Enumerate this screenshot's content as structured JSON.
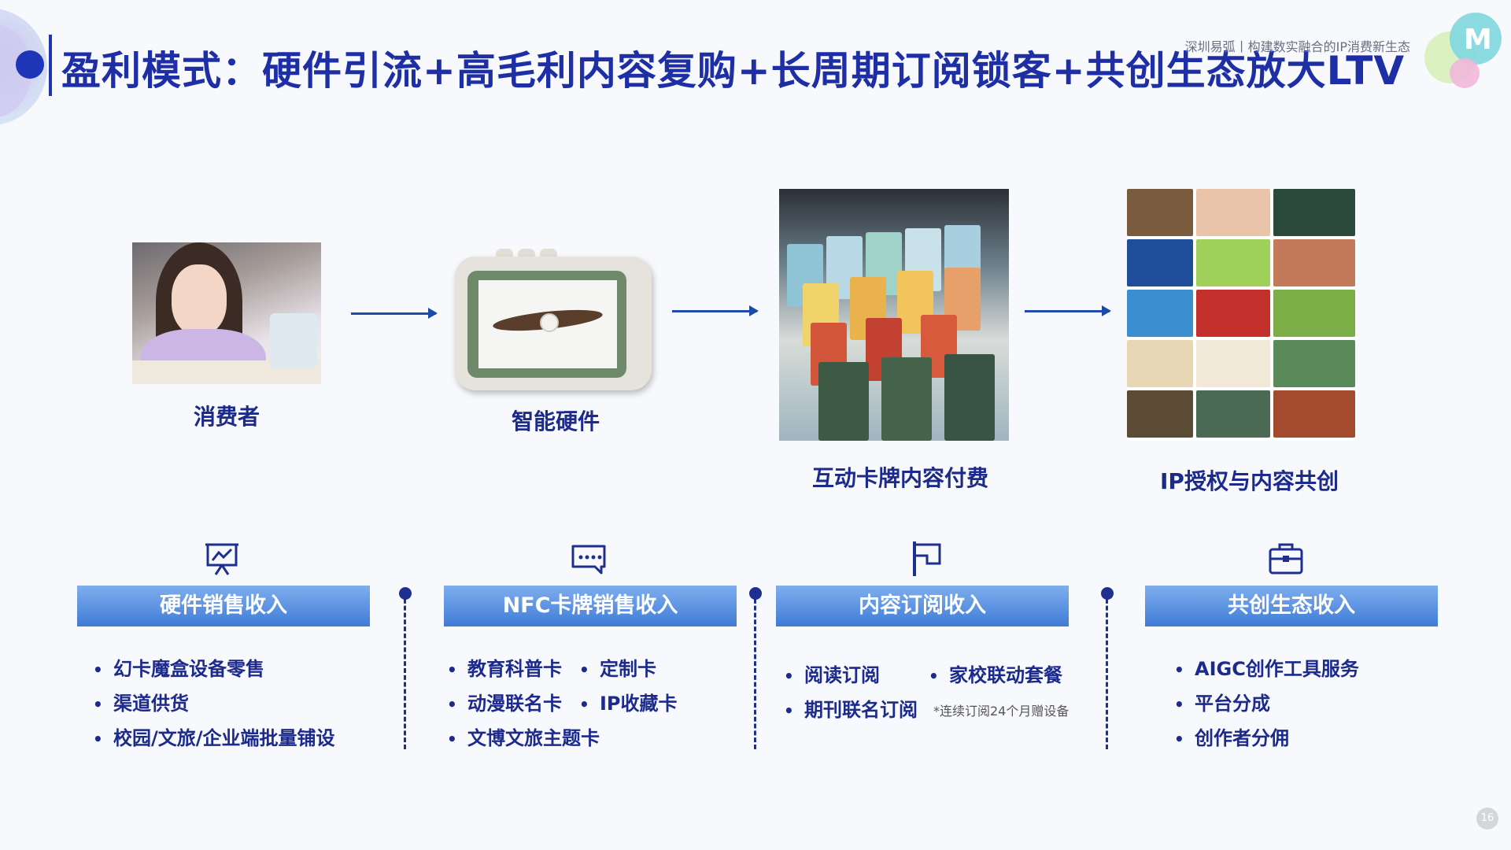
{
  "header": {
    "title": "盈利模式：硬件引流+高毛利内容复购+长周期订阅锁客+共创生态放大LTV",
    "brand_tagline": "深圳易弧丨构建数实融合的IP消费新生态",
    "logo_letter": "M"
  },
  "flow": [
    {
      "label": "消费者"
    },
    {
      "label": "智能硬件"
    },
    {
      "label": "互动卡牌内容付费"
    },
    {
      "label": "IP授权与内容共创"
    }
  ],
  "categories": [
    {
      "title": "硬件销售收入",
      "icon": "presentation-chart-icon"
    },
    {
      "title": "NFC卡牌销售收入",
      "icon": "chat-bubble-icon"
    },
    {
      "title": "内容订阅收入",
      "icon": "flag-icon"
    },
    {
      "title": "共创生态收入",
      "icon": "briefcase-icon"
    }
  ],
  "bullets": {
    "hardware": [
      "幻卡魔盒设备零售",
      "渠道供货",
      "校园/文旅/企业端批量铺设"
    ],
    "nfc": [
      "教育科普卡",
      "定制卡",
      "动漫联名卡",
      "IP收藏卡",
      "文博文旅主题卡"
    ],
    "subscription": [
      "阅读订阅",
      "家校联动套餐",
      "期刊联名订阅"
    ],
    "subscription_note": "*连续订阅24个月赠设备",
    "ecosystem": [
      "AIGC创作工具服务",
      "平台分成",
      "创作者分佣"
    ]
  },
  "page_number": "16",
  "colors": {
    "primary": "#1e35b8",
    "category_bar": "#5b91e2",
    "text": "#1c2a8c"
  }
}
